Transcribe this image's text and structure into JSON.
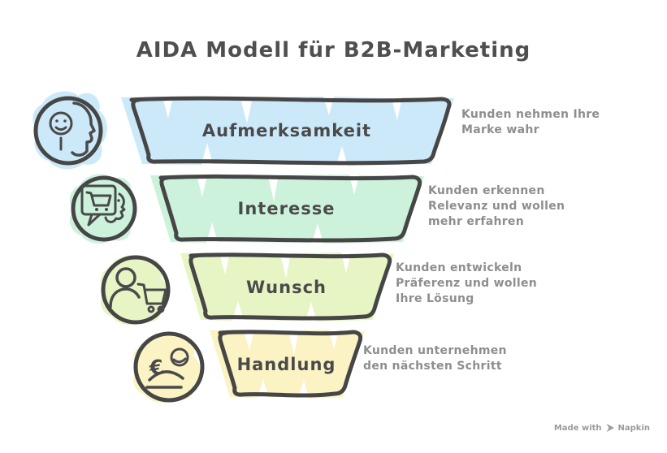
{
  "diagram": {
    "title": "AIDA Modell für B2B-Marketing",
    "type": "funnel",
    "palette": {
      "outline": "#464646",
      "title_text": "#4f4f4f",
      "label_text": "#4a4a4a",
      "description_text": "#8e8e8e",
      "watermark_text": "#9b9b9b",
      "background": "#ffffff"
    }
  },
  "stages": [
    {
      "label": "Aufmerksamkeit",
      "color": "#cce9fa",
      "icon": "awareness-head-smiley-icon",
      "description_lines": [
        "Kunden nehmen Ihre",
        "Marke wahr"
      ]
    },
    {
      "label": "Interesse",
      "color": "#cdf2dc",
      "icon": "interest-chat-cart-icon",
      "description_lines": [
        "Kunden erkennen",
        "Relevanz und wollen",
        "mehr erfahren"
      ]
    },
    {
      "label": "Wunsch",
      "color": "#e7f5c4",
      "icon": "desire-person-cart-icon",
      "description_lines": [
        "Kunden entwickeln",
        "Präferenz und wollen",
        "Ihre Lösung"
      ]
    },
    {
      "label": "Handlung",
      "color": "#fbf3c4",
      "icon": "action-payment-icon",
      "icon_text": "€",
      "description_lines": [
        "Kunden unternehmen",
        "den nächsten Schritt"
      ]
    }
  ],
  "watermark": {
    "prefix": "Made with",
    "brand": "Napkin"
  }
}
